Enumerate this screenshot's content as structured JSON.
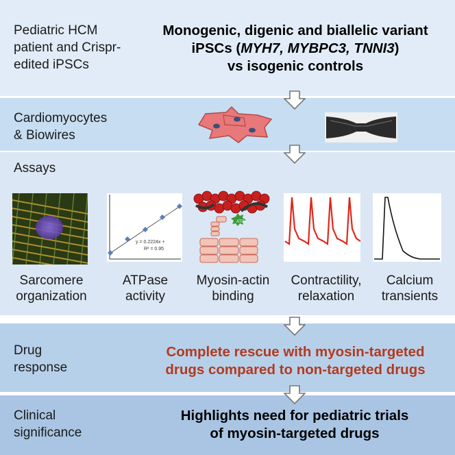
{
  "rows": {
    "row1": {
      "label": "Pediatric HCM patient and Crispr-edited iPSCs",
      "label_lines": [
        "Pediatric HCM",
        "patient and Crispr-",
        "edited iPSCs"
      ],
      "text_lines": [
        "Monogenic, digenic and biallelic variant",
        "iPSCs (",
        "MYH7, MYBPC3, TNNI3",
        ")",
        "vs isogenic controls"
      ]
    },
    "row2": {
      "label_lines": [
        "Cardiomyocytes",
        "& Biowires"
      ]
    },
    "row3": {
      "label": "Assays",
      "assays": [
        {
          "name": "sarcomere-organization",
          "lines": [
            "Sarcomere",
            "organization"
          ]
        },
        {
          "name": "atpase-activity",
          "lines": [
            "ATPase",
            "activity"
          ]
        },
        {
          "name": "myosin-actin-binding",
          "lines": [
            "Myosin-actin",
            "binding"
          ]
        },
        {
          "name": "contractility-relaxation",
          "lines": [
            "Contractility,",
            "relaxation"
          ]
        },
        {
          "name": "calcium-transients",
          "lines": [
            "Calcium",
            "transients"
          ]
        }
      ],
      "atpase_equation": [
        "y = 0.2224x +",
        "R² = 0.95"
      ],
      "atp_label": "ATP"
    },
    "row4": {
      "label_lines": [
        "Drug",
        "response"
      ],
      "text_lines": [
        "Complete rescue with myosin-targeted",
        "drugs compared to non-targeted drugs"
      ]
    },
    "row5": {
      "label_lines": [
        "Clinical",
        "significance"
      ],
      "text_lines": [
        "Highlights need for pediatric trials",
        "of myosin-targeted drugs"
      ]
    }
  },
  "colors": {
    "highlight_text": "#b23a1e",
    "band_1": "#e1ecf8",
    "band_2": "#c7ddf1",
    "band_3": "#dbe7f4",
    "band_4": "#b7d0ea",
    "band_5": "#a9c5e3"
  }
}
